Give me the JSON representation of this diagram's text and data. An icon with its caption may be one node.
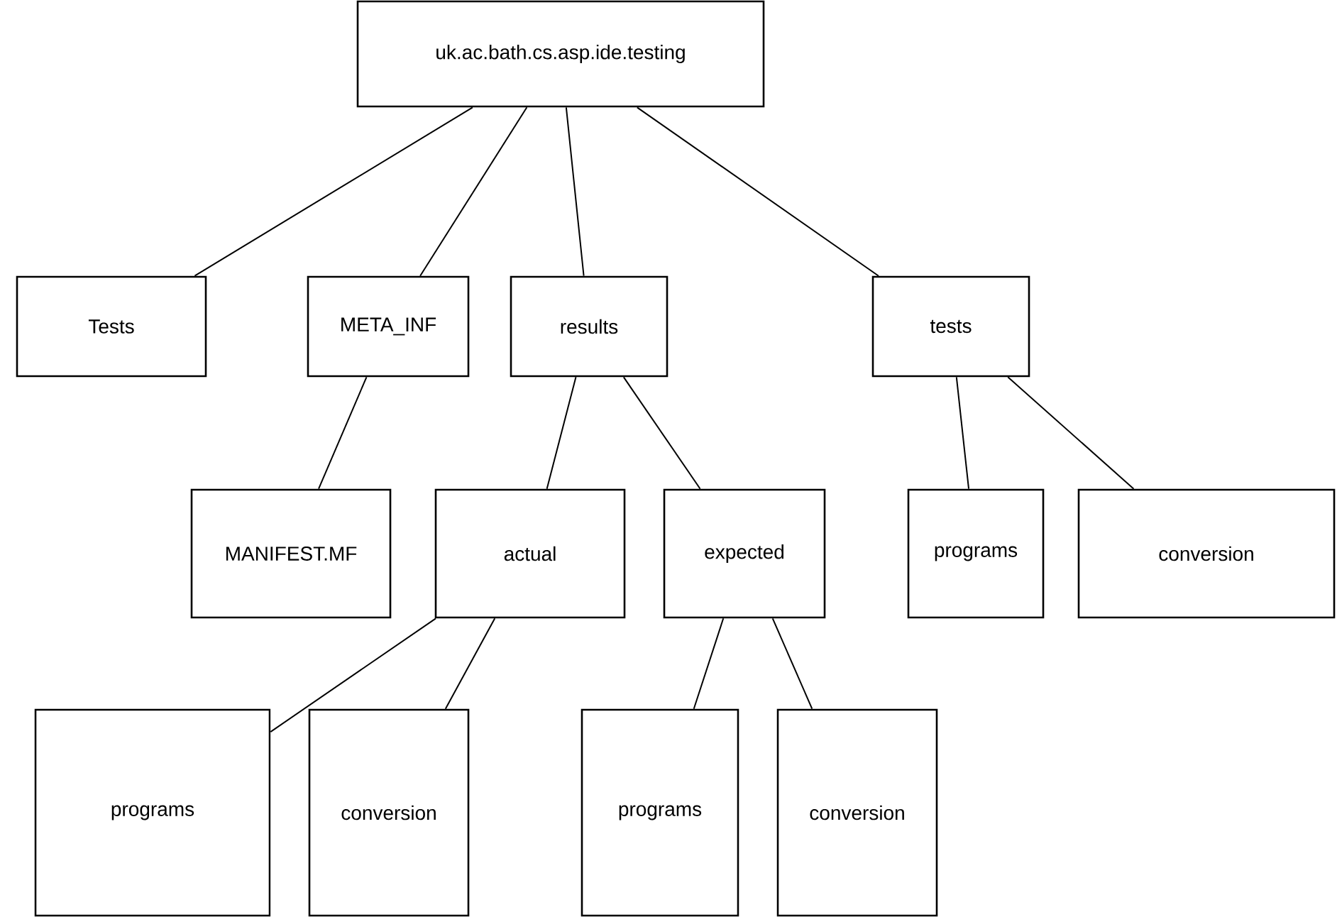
{
  "diagram": {
    "nodes": [
      {
        "text": [
          "uk.ac.bath.cs.asp.ide.testing"
        ]
      },
      {
        "text": [
          "Tests"
        ]
      },
      {
        "text": [
          "META_INF"
        ]
      },
      {
        "text": [
          "results"
        ]
      },
      {
        "text": [
          "tests"
        ]
      },
      {
        "text": [
          "MANIFEST.MF"
        ]
      },
      {
        "text": [
          "actual"
        ]
      },
      {
        "text": [
          "expected"
        ]
      },
      {
        "text": [
          "programs"
        ]
      },
      {
        "text": [
          "conversion"
        ]
      },
      {
        "text": [
          "programs"
        ]
      },
      {
        "text": [
          "conversion"
        ]
      },
      {
        "text": [
          "programs"
        ]
      },
      {
        "text": [
          "conversion"
        ]
      }
    ],
    "edges": [
      {
        "from": 0,
        "to": 1,
        "arrow": "none"
      },
      {
        "from": 0,
        "to": 2,
        "arrow": "none"
      },
      {
        "from": 0,
        "to": 3,
        "arrow": "none"
      },
      {
        "from": 0,
        "to": 4,
        "arrow": "none"
      },
      {
        "from": 2,
        "to": 5,
        "arrow": "none"
      },
      {
        "from": 3,
        "to": 6,
        "arrow": "none"
      },
      {
        "from": 3,
        "to": 7,
        "arrow": "none"
      },
      {
        "from": 4,
        "to": 8,
        "arrow": "none"
      },
      {
        "from": 4,
        "to": 9,
        "arrow": "none"
      },
      {
        "from": 6,
        "to": 10,
        "arrow": "none"
      },
      {
        "from": 6,
        "to": 11,
        "arrow": "none"
      },
      {
        "from": 7,
        "to": 12,
        "arrow": "none"
      },
      {
        "from": 7,
        "to": 13,
        "arrow": "none"
      }
    ]
  }
}
